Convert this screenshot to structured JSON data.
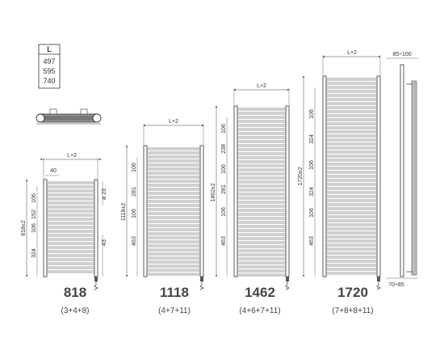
{
  "size_table": {
    "header": "L",
    "values": [
      "497",
      "595",
      "740"
    ]
  },
  "models": [
    {
      "model": "818",
      "config": "(3+4+8)",
      "width_label": "L+2",
      "height_label": "818±2",
      "pitch_label": "40",
      "pipe_label": "ø 23",
      "connection_label": "43",
      "section_labels": [
        "106",
        "152",
        "106",
        "324"
      ]
    },
    {
      "model": "1118",
      "config": "(4+7+11)",
      "width_label": "L+2",
      "height_label": "1118±2",
      "section_labels": [
        "106",
        "281",
        "106",
        "463"
      ]
    },
    {
      "model": "1462",
      "config": "(4+6+7+11)",
      "width_label": "L+2",
      "height_label": "1462±2",
      "section_labels": [
        "106",
        "238",
        "106",
        "281",
        "106",
        "463"
      ]
    },
    {
      "model": "1720",
      "config": "(7+8+8+11)",
      "width_label": "L+2",
      "height_label": "1720±2",
      "section_labels": [
        "106",
        "324",
        "106",
        "324",
        "106",
        "463"
      ]
    }
  ],
  "side_view": {
    "depth_top_label": "85÷100",
    "depth_bottom_label": "70÷85"
  }
}
